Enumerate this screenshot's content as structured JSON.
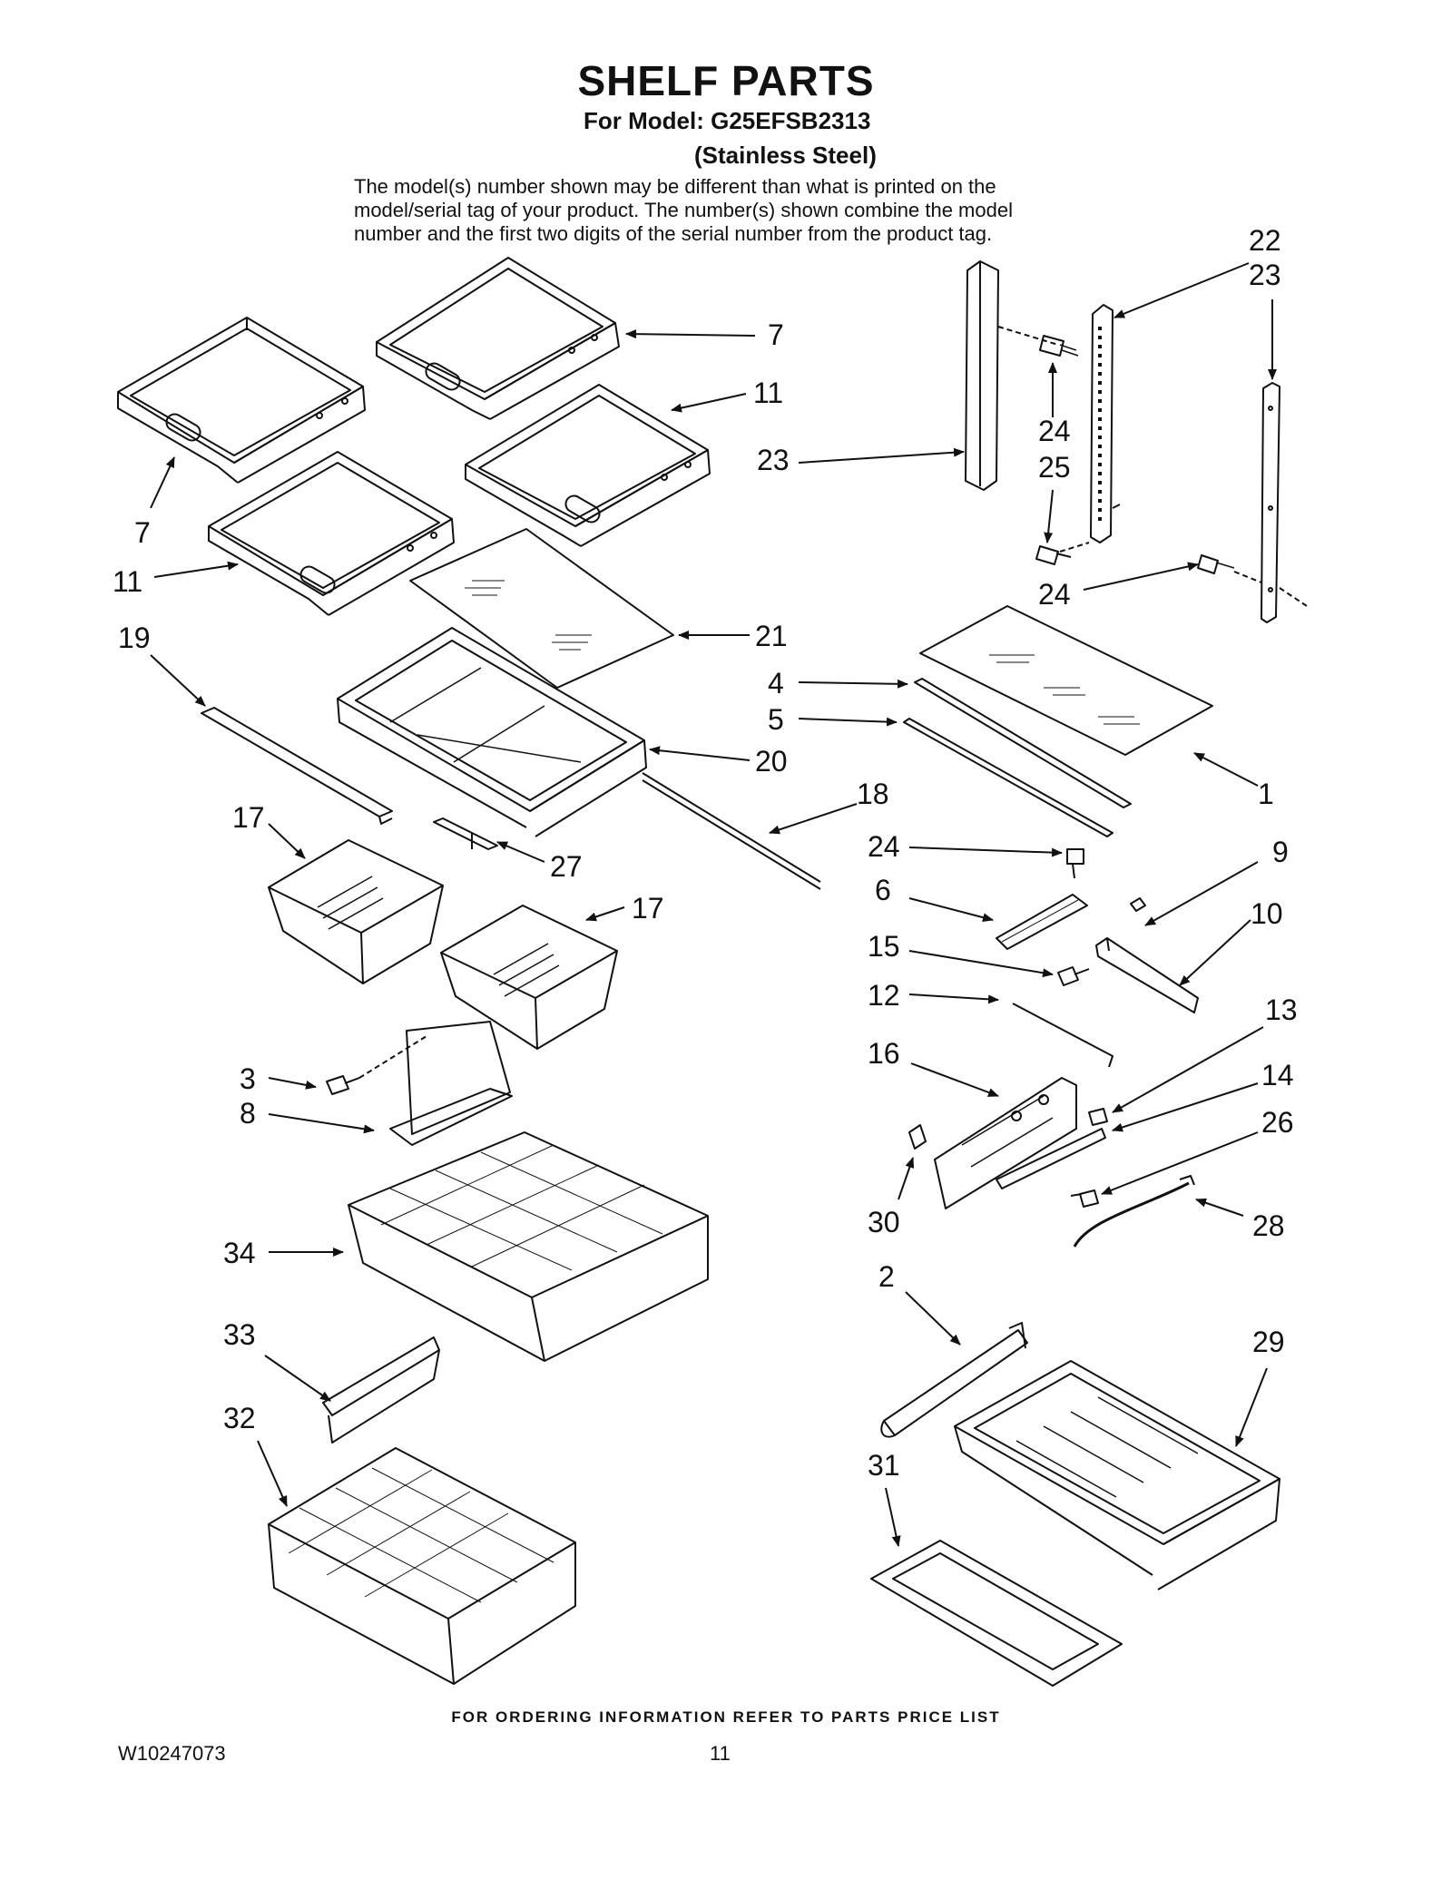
{
  "header": {
    "title": "SHELF PARTS",
    "model": "For Model: G25EFSB2313",
    "finish": "(Stainless Steel)",
    "note_lines": [
      "The model(s) number shown may be different than what is printed on the",
      "model/serial tag of your product. The number(s) shown combine the model",
      "number and the first two digits of the serial number from the product tag."
    ]
  },
  "callouts": [
    {
      "id": "c1",
      "label": "1"
    },
    {
      "id": "c2",
      "label": "2"
    },
    {
      "id": "c3",
      "label": "3"
    },
    {
      "id": "c4",
      "label": "4"
    },
    {
      "id": "c5",
      "label": "5"
    },
    {
      "id": "c6",
      "label": "6"
    },
    {
      "id": "c7a",
      "label": "7"
    },
    {
      "id": "c7b",
      "label": "7"
    },
    {
      "id": "c8",
      "label": "8"
    },
    {
      "id": "c9",
      "label": "9"
    },
    {
      "id": "c10",
      "label": "10"
    },
    {
      "id": "c11a",
      "label": "11"
    },
    {
      "id": "c11b",
      "label": "11"
    },
    {
      "id": "c12",
      "label": "12"
    },
    {
      "id": "c13",
      "label": "13"
    },
    {
      "id": "c14",
      "label": "14"
    },
    {
      "id": "c15",
      "label": "15"
    },
    {
      "id": "c16",
      "label": "16"
    },
    {
      "id": "c17a",
      "label": "17"
    },
    {
      "id": "c17b",
      "label": "17"
    },
    {
      "id": "c18",
      "label": "18"
    },
    {
      "id": "c19",
      "label": "19"
    },
    {
      "id": "c20",
      "label": "20"
    },
    {
      "id": "c21",
      "label": "21"
    },
    {
      "id": "c22",
      "label": "22"
    },
    {
      "id": "c23a",
      "label": "23"
    },
    {
      "id": "c23b",
      "label": "23"
    },
    {
      "id": "c24a",
      "label": "24"
    },
    {
      "id": "c24b",
      "label": "24"
    },
    {
      "id": "c24c",
      "label": "24"
    },
    {
      "id": "c25",
      "label": "25"
    },
    {
      "id": "c26",
      "label": "26"
    },
    {
      "id": "c27",
      "label": "27"
    },
    {
      "id": "c28",
      "label": "28"
    },
    {
      "id": "c29",
      "label": "29"
    },
    {
      "id": "c30",
      "label": "30"
    },
    {
      "id": "c31",
      "label": "31"
    },
    {
      "id": "c32",
      "label": "32"
    },
    {
      "id": "c33",
      "label": "33"
    },
    {
      "id": "c34",
      "label": "34"
    }
  ],
  "footer": {
    "ordering_note": "FOR ORDERING INFORMATION REFER TO PARTS PRICE LIST",
    "doc_number": "W10247073",
    "page_number": "11"
  }
}
